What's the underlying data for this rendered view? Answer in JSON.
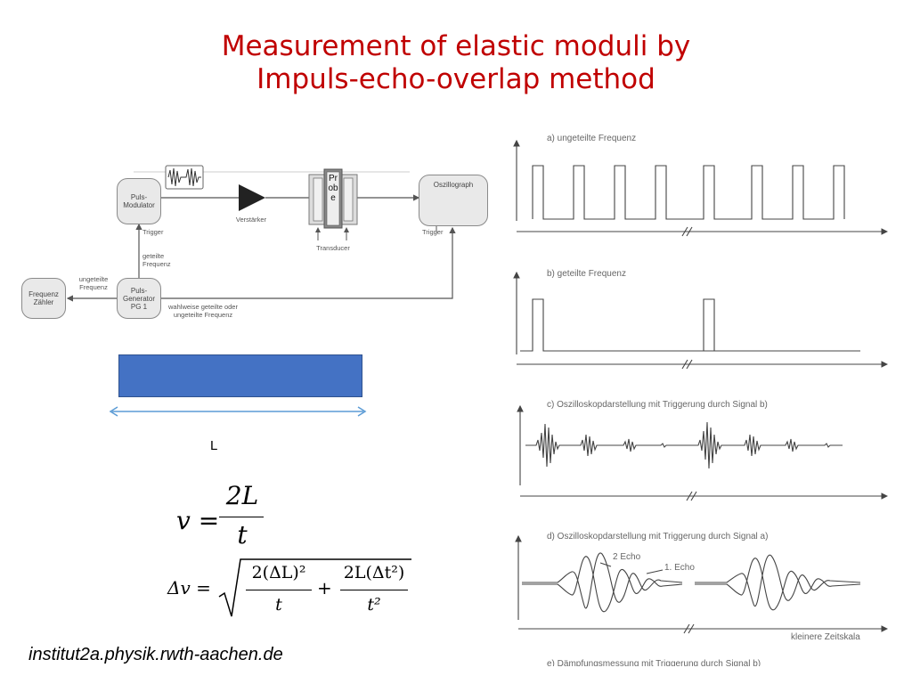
{
  "title": {
    "line1": "Measurement of elastic moduli by",
    "line2": "Impuls-echo-overlap method"
  },
  "block_diagram": {
    "frequenz_zaehler": "Frequenz Zähler",
    "puls_modulator": "Puls-Modulator",
    "puls_generator": "Puls-Generator PG 1",
    "verstaerker": "Verstärker",
    "probe": "Probe",
    "oszillograph": "Oszillograph",
    "trigger_top": "Trigger",
    "trigger_right": "Trigger",
    "transducer": "Transducer",
    "geteilte_frequenz": "geteilte Frequenz",
    "ungeteilte_frequenz": "ungeteilte Frequenz",
    "wahlweise": "wahlweise geteilte oder ungeteilte Frequenz"
  },
  "sample": {
    "length_label": "L"
  },
  "formulas": {
    "v_lhs": "v =",
    "v_num": "2L",
    "v_den": "t",
    "dv_lhs": "Δv =",
    "term1_num": "2(ΔL)²",
    "term1_den": "t",
    "plus": "+",
    "term2_num": "2L(Δt²)",
    "term2_den": "t²"
  },
  "waveforms": {
    "a_label": "a) ungeteilte Frequenz",
    "b_label": "b) geteilte Frequenz",
    "c_label": "c) Oszilloskopdarstellung mit Triggerung durch Signal b)",
    "d_label": "d) Oszilloskopdarstellung mit Triggerung durch Signal a)",
    "echo2": "2 Echo",
    "echo1": "1. Echo",
    "axis_label": "kleinere Zeitskala",
    "e_label": "e) Dämpfungsmessung mit Triggerung durch Signal b)"
  },
  "source": "institut2a.physik.rwth-aachen.de",
  "colors": {
    "title": "#c00000",
    "bar_fill": "#4472c4",
    "arrow": "#5b9bd5"
  }
}
